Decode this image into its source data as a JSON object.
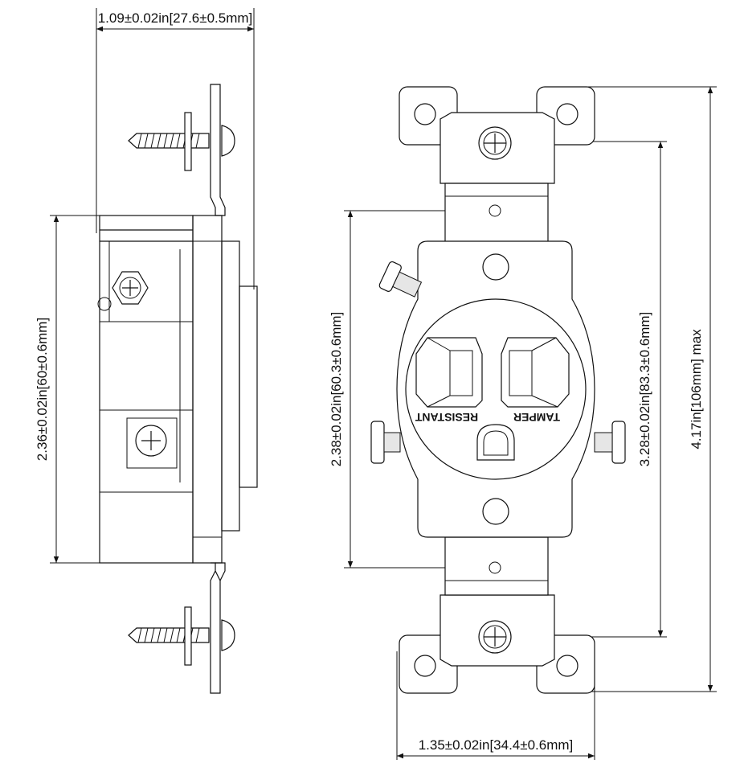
{
  "dimensions": {
    "side_depth": "1.09±0.02in[27.6±0.5mm]",
    "side_height": "2.36±0.02in[60±0.6mm]",
    "front_face_height": "2.38±0.02in[60.3±0.6mm]",
    "front_hole_spacing": "3.28±0.02in[83.3±0.6mm]",
    "front_overall_height": "4.17in[106mm] max",
    "front_width": "1.35±0.02in[34.4±0.6mm]"
  },
  "face_labels": {
    "tamper": "TAMPER",
    "resistant": "RESISTANT"
  }
}
